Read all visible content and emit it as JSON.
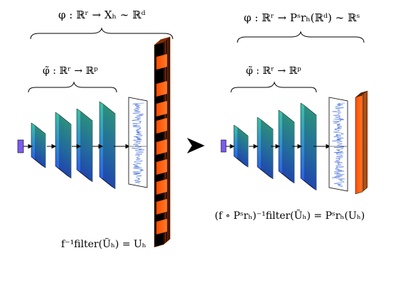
{
  "left_panel": {
    "outer_map_label": "φ : ℝʳ → Xₕ ∼ ℝᵈ",
    "encoder_label": "φ̃ : ℝʳ → ℝᵖ",
    "inverse_label": "f⁻¹filter(Ũₕ) = Uₕ"
  },
  "right_panel": {
    "outer_map_label": "φ : ℝʳ → Pˢrₕ(ℝᵈ) ∼ ℝˢ",
    "encoder_label": "φ̃ : ℝʳ → ℝᵖ",
    "inverse_label": "(f ∘ Pˢrₕ)⁻¹filter(Ũₕ) = Pˢrₕ(Uₕ)"
  },
  "colors": {
    "input_node": "#7b5cf0",
    "layer_teal": "#38b6a8",
    "layer_blue": "#2a6fe0",
    "filter_black": "#000000",
    "filter_orange": "#ff5a10",
    "signal_blue": "#2f5cd8"
  },
  "icons": {
    "transition": "right-arrowhead-icon"
  }
}
